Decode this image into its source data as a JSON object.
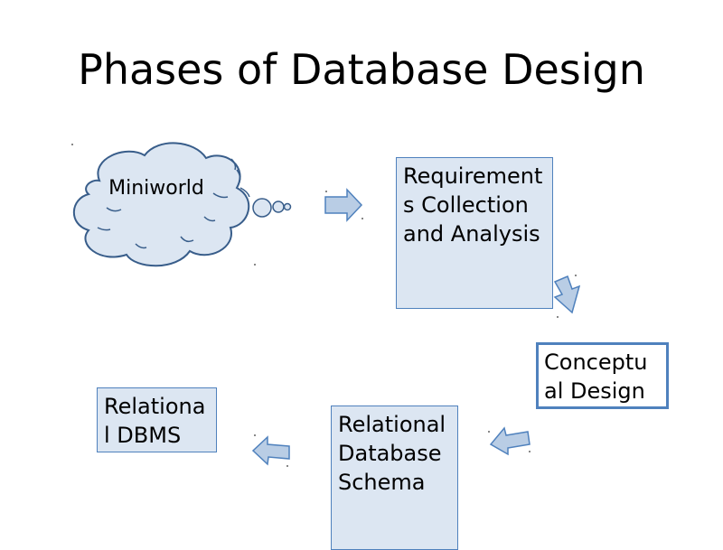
{
  "title": "Phases of Database Design",
  "nodes": {
    "miniworld": "Miniworld",
    "requirements": "Requirements Collection and Analysis",
    "conceptual": "Conceptual Design",
    "schema": "Relational Database Schema",
    "dbms": "Relational DBMS"
  },
  "colors": {
    "box_fill": "#dce6f2",
    "box_border": "#4f81bd",
    "arrow_fill": "#b9cde5",
    "cloud_stroke": "#385d8a"
  }
}
